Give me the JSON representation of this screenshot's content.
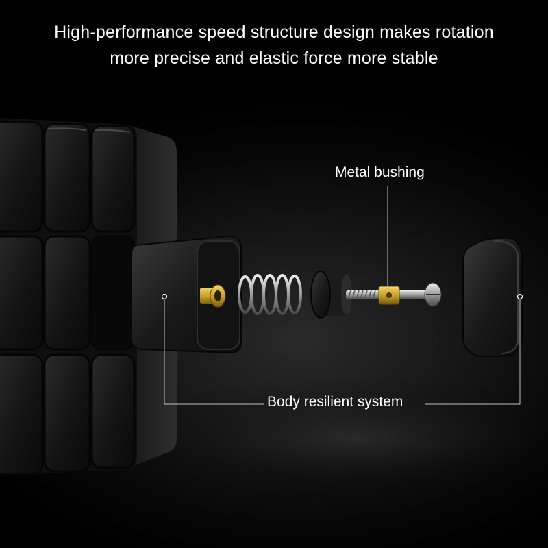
{
  "headline": {
    "line1": "High-performance speed structure design makes rotation",
    "line2": "more precise and elastic force more stable"
  },
  "callouts": {
    "metal_bushing": "Metal bushing",
    "body_resilient_system": "Body resilient system"
  },
  "colors": {
    "background": "#000000",
    "text": "#ffffff",
    "cube_body": "#1a1a1a",
    "brass": "#c9a227",
    "steel": "#b8b8b8"
  },
  "icons": {
    "cube": "cube-icon",
    "spring": "spring-icon",
    "screw": "screw-icon",
    "bushing": "bushing-icon",
    "cap": "cap-icon"
  }
}
